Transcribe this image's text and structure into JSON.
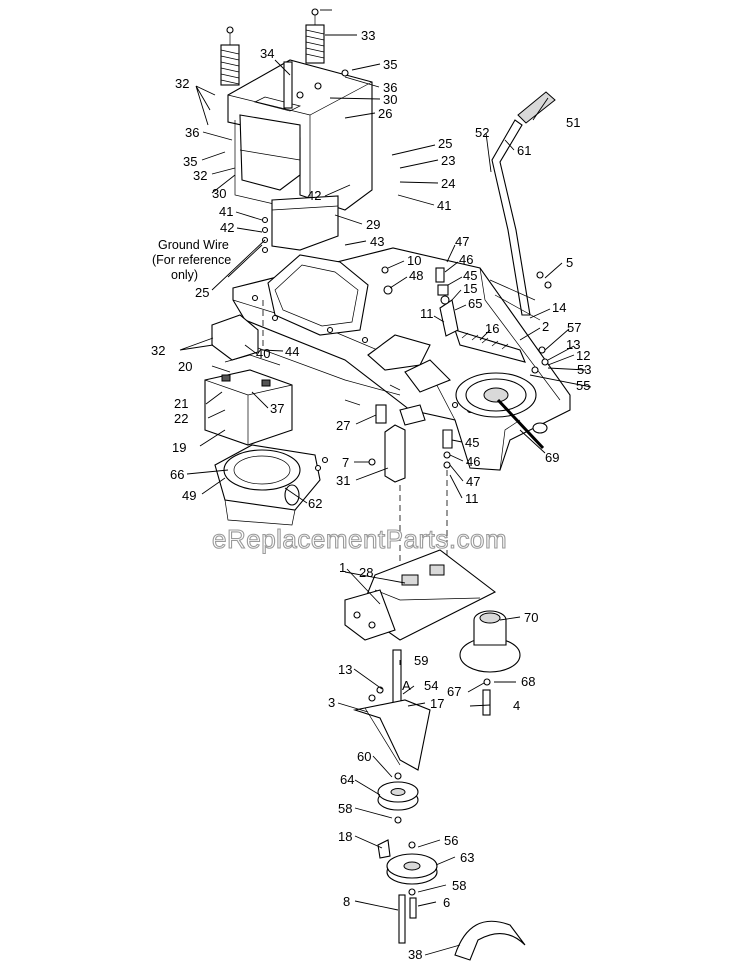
{
  "watermark": "eReplacementParts.com",
  "note": [
    "Ground Wire",
    "(For reference",
    "only)"
  ],
  "callouts": [
    "33",
    "34",
    "35",
    "36",
    "30",
    "26",
    "32",
    "36",
    "35",
    "32",
    "30",
    "25",
    "23",
    "24",
    "41",
    "42",
    "29",
    "41",
    "42",
    "43",
    "25",
    "52",
    "61",
    "51",
    "47",
    "46",
    "45",
    "10",
    "48",
    "15",
    "65",
    "11",
    "16",
    "14",
    "2",
    "5",
    "57",
    "13",
    "12",
    "53",
    "55",
    "32",
    "40",
    "44",
    "20",
    "21",
    "22",
    "37",
    "27",
    "19",
    "7",
    "31",
    "66",
    "49",
    "62",
    "69",
    "45",
    "46",
    "47",
    "11",
    "1",
    "28",
    "70",
    "13",
    "59",
    "A",
    "54",
    "3",
    "17",
    "67",
    "68",
    "4",
    "60",
    "64",
    "58",
    "18",
    "56",
    "63",
    "58",
    "8",
    "6",
    "38"
  ],
  "colors": {
    "line": "#000000",
    "background": "#ffffff",
    "shade": "#d9d9d9"
  }
}
